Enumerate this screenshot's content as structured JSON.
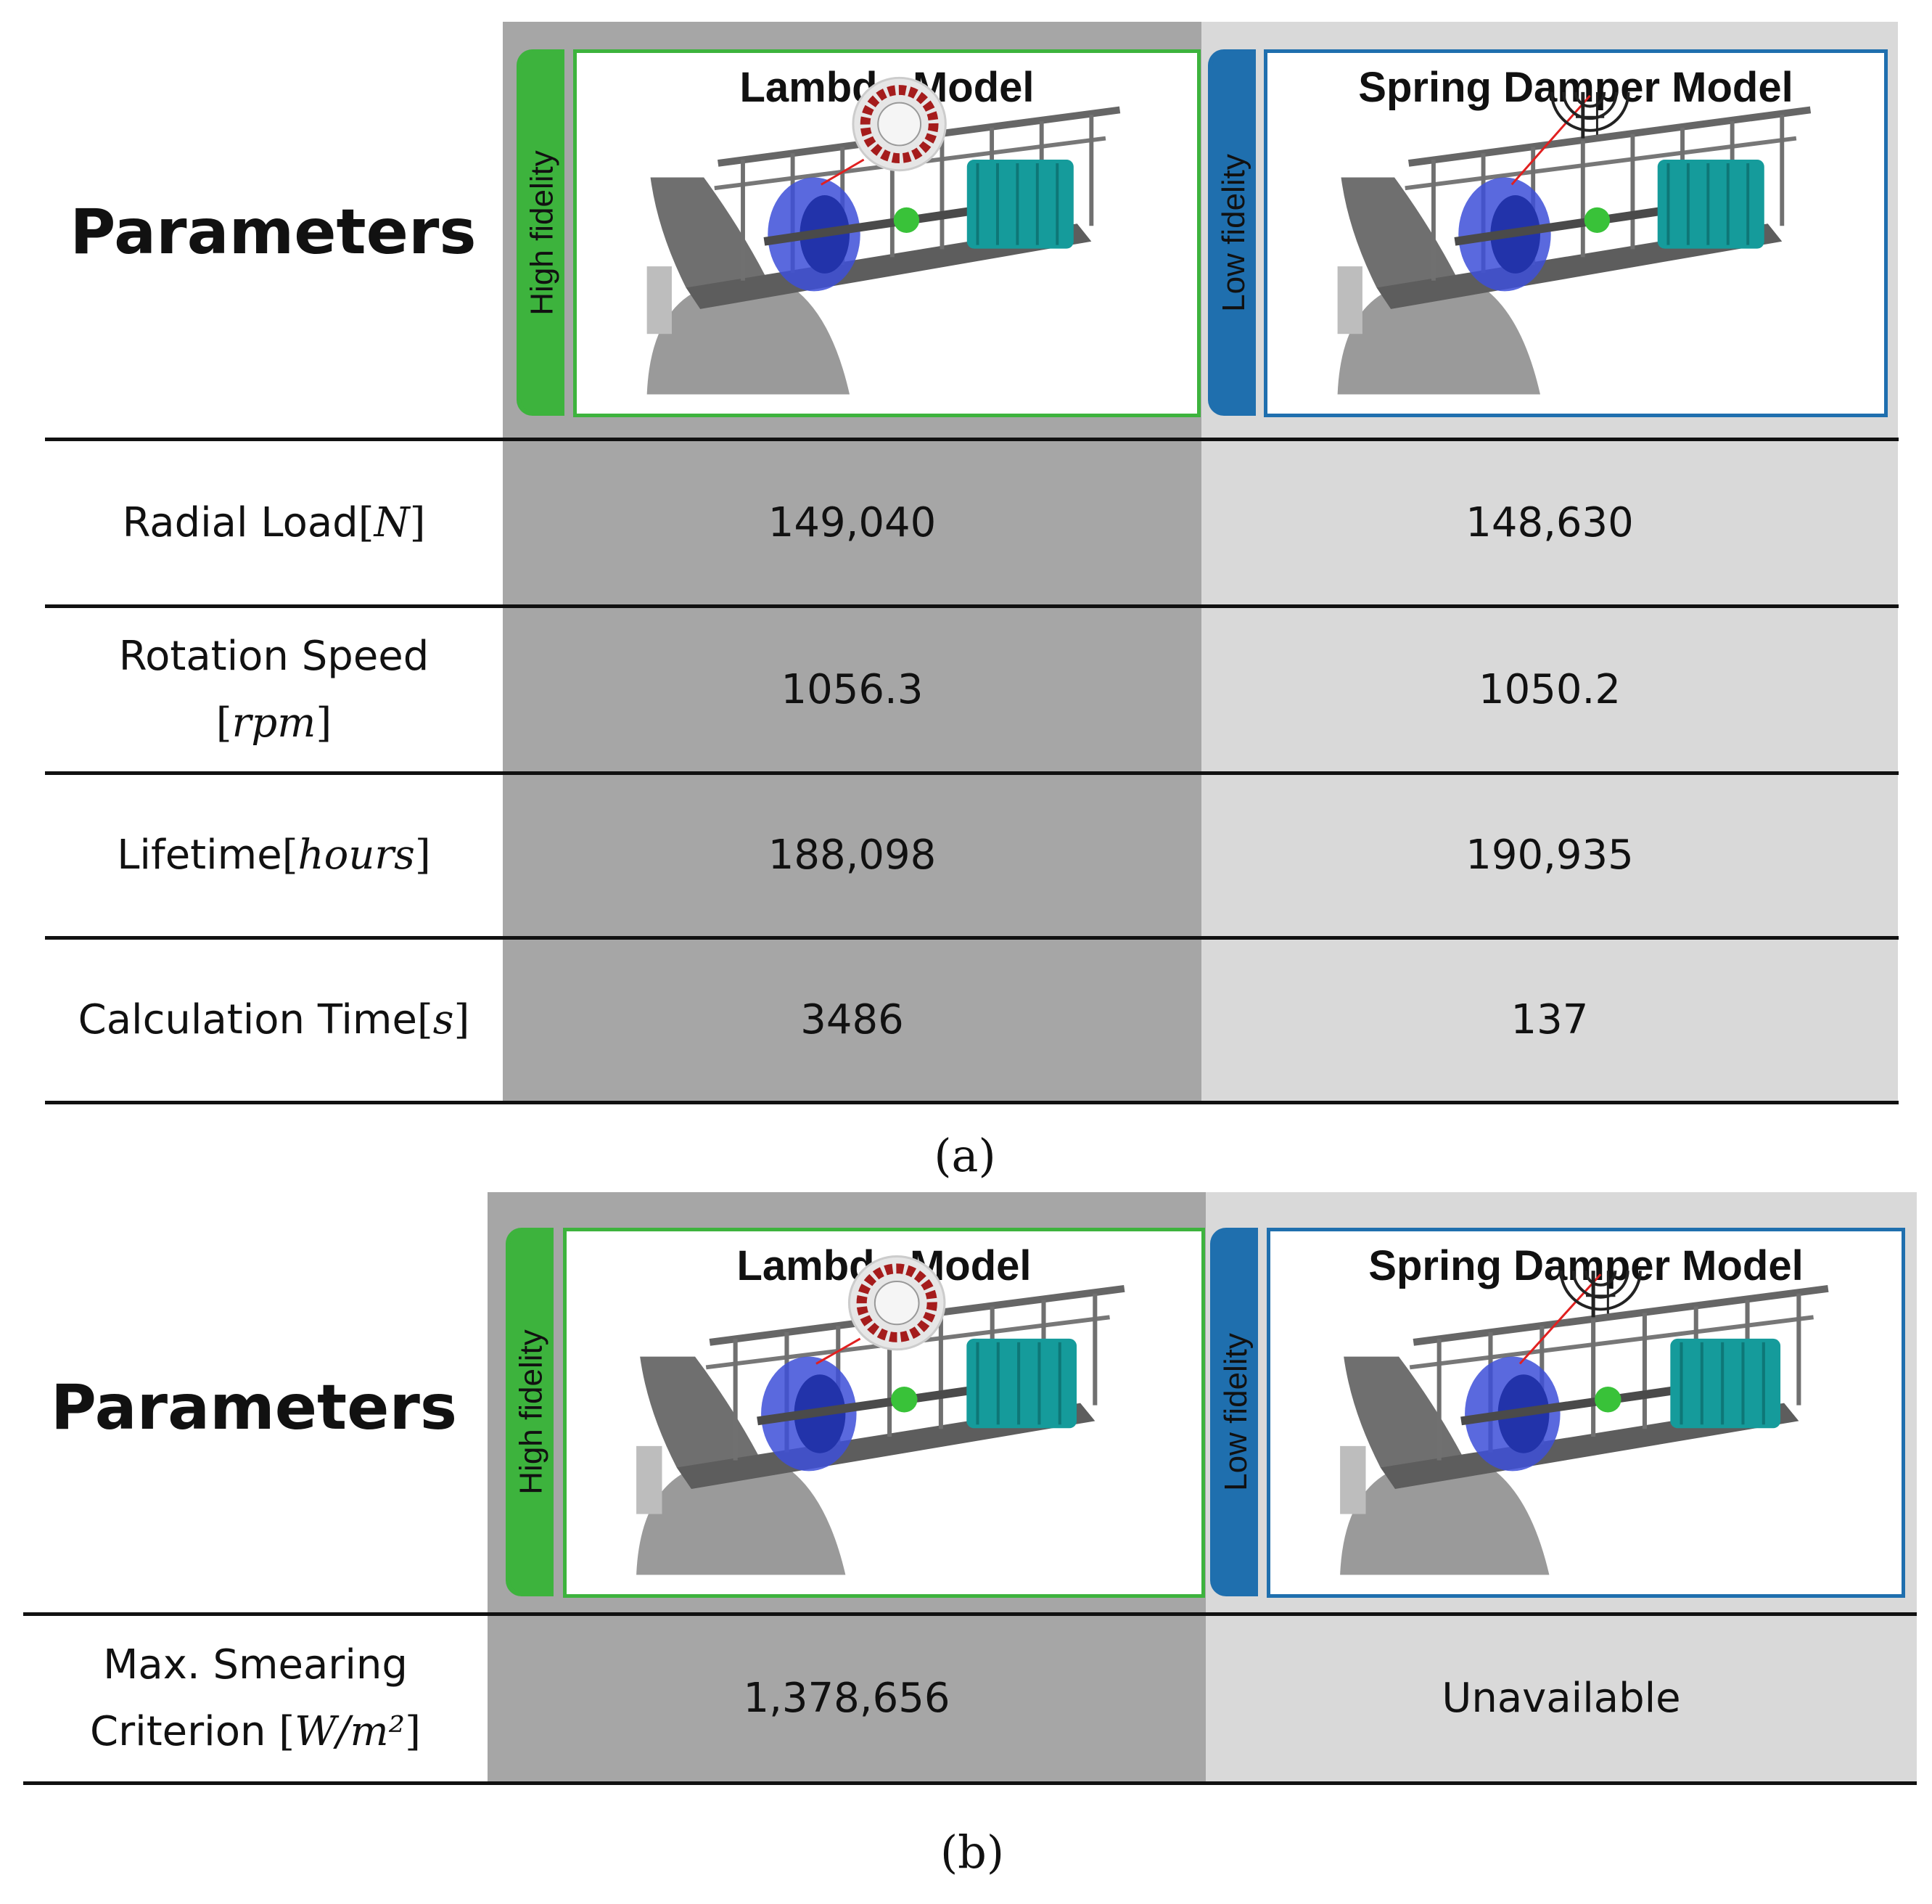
{
  "panel_a": {
    "parameters_heading": "Parameters",
    "high_tab": "High fidelity",
    "low_tab": "Low fidelity",
    "lambda_title": "Lambda Model",
    "spring_title": "Spring Damper Model",
    "rows": [
      {
        "label_text": "Radial Load ",
        "label_unit": "N",
        "label_text2": "",
        "lambda": "149,040",
        "spring": "148,630"
      },
      {
        "label_text": "Rotation Speed",
        "label_unit": "rpm",
        "label_text2": "",
        "lambda": "1056.3",
        "spring": "1050.2"
      },
      {
        "label_text": "Lifetime ",
        "label_unit": "hours",
        "label_text2": "",
        "lambda": "188,098",
        "spring": "190,935"
      },
      {
        "label_text": "Calculation Time ",
        "label_unit": "s",
        "label_text2": "",
        "lambda": "3486",
        "spring": "137"
      }
    ],
    "caption": "(a)"
  },
  "panel_b": {
    "parameters_heading": "Parameters",
    "high_tab": "High fidelity",
    "low_tab": "Low fidelity",
    "lambda_title": "Lambda Model",
    "spring_title": "Spring Damper Model",
    "row": {
      "label_line1": "Max. Smearing",
      "label_line2": "Criterion ",
      "label_unit": "W/m²",
      "lambda": "1,378,656",
      "spring": "Unavailable"
    },
    "caption": "(b)"
  },
  "colors": {
    "high_fidelity": "#3db33d",
    "low_fidelity": "#1f6fae",
    "dark_band": "#a6a6a6",
    "light_band": "#d9d9d9"
  }
}
